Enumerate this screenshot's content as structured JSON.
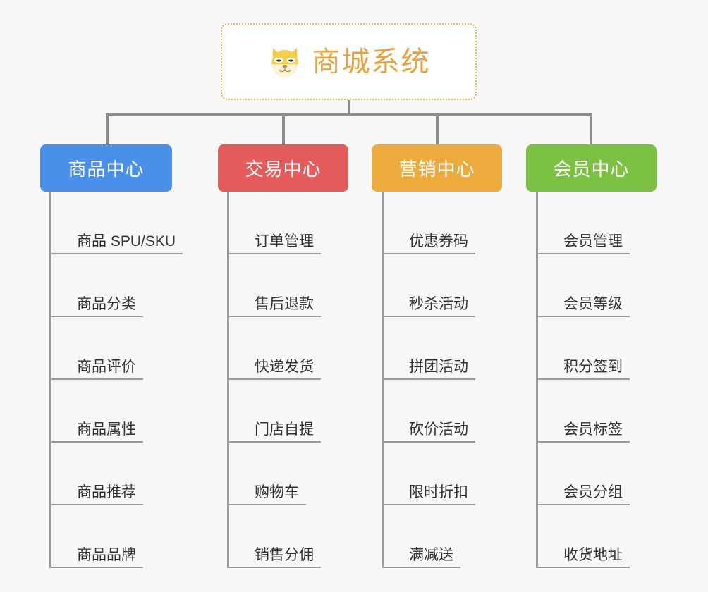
{
  "background_color": "#f7f7f7",
  "root": {
    "title": "商城系统",
    "icon": "shiba-dog-icon",
    "text_color": "#e8a33d",
    "border_color": "#edb84e"
  },
  "connector_color": "#8c8c8c",
  "columns": [
    {
      "header": "商品中心",
      "color": "#4a90e8",
      "items": [
        "商品 SPU/SKU",
        "商品分类",
        "商品评价",
        "商品属性",
        "商品推荐",
        "商品品牌"
      ]
    },
    {
      "header": "交易中心",
      "color": "#e35b5b",
      "items": [
        "订单管理",
        "售后退款",
        "快递发货",
        "门店自提",
        "购物车",
        "销售分佣"
      ]
    },
    {
      "header": "营销中心",
      "color": "#edab3e",
      "items": [
        "优惠券码",
        "秒杀活动",
        "拼团活动",
        "砍价活动",
        "限时折扣",
        "满减送"
      ]
    },
    {
      "header": "会员中心",
      "color": "#7cc143",
      "items": [
        "会员管理",
        "会员等级",
        "积分签到",
        "会员标签",
        "会员分组",
        "收货地址"
      ]
    }
  ]
}
